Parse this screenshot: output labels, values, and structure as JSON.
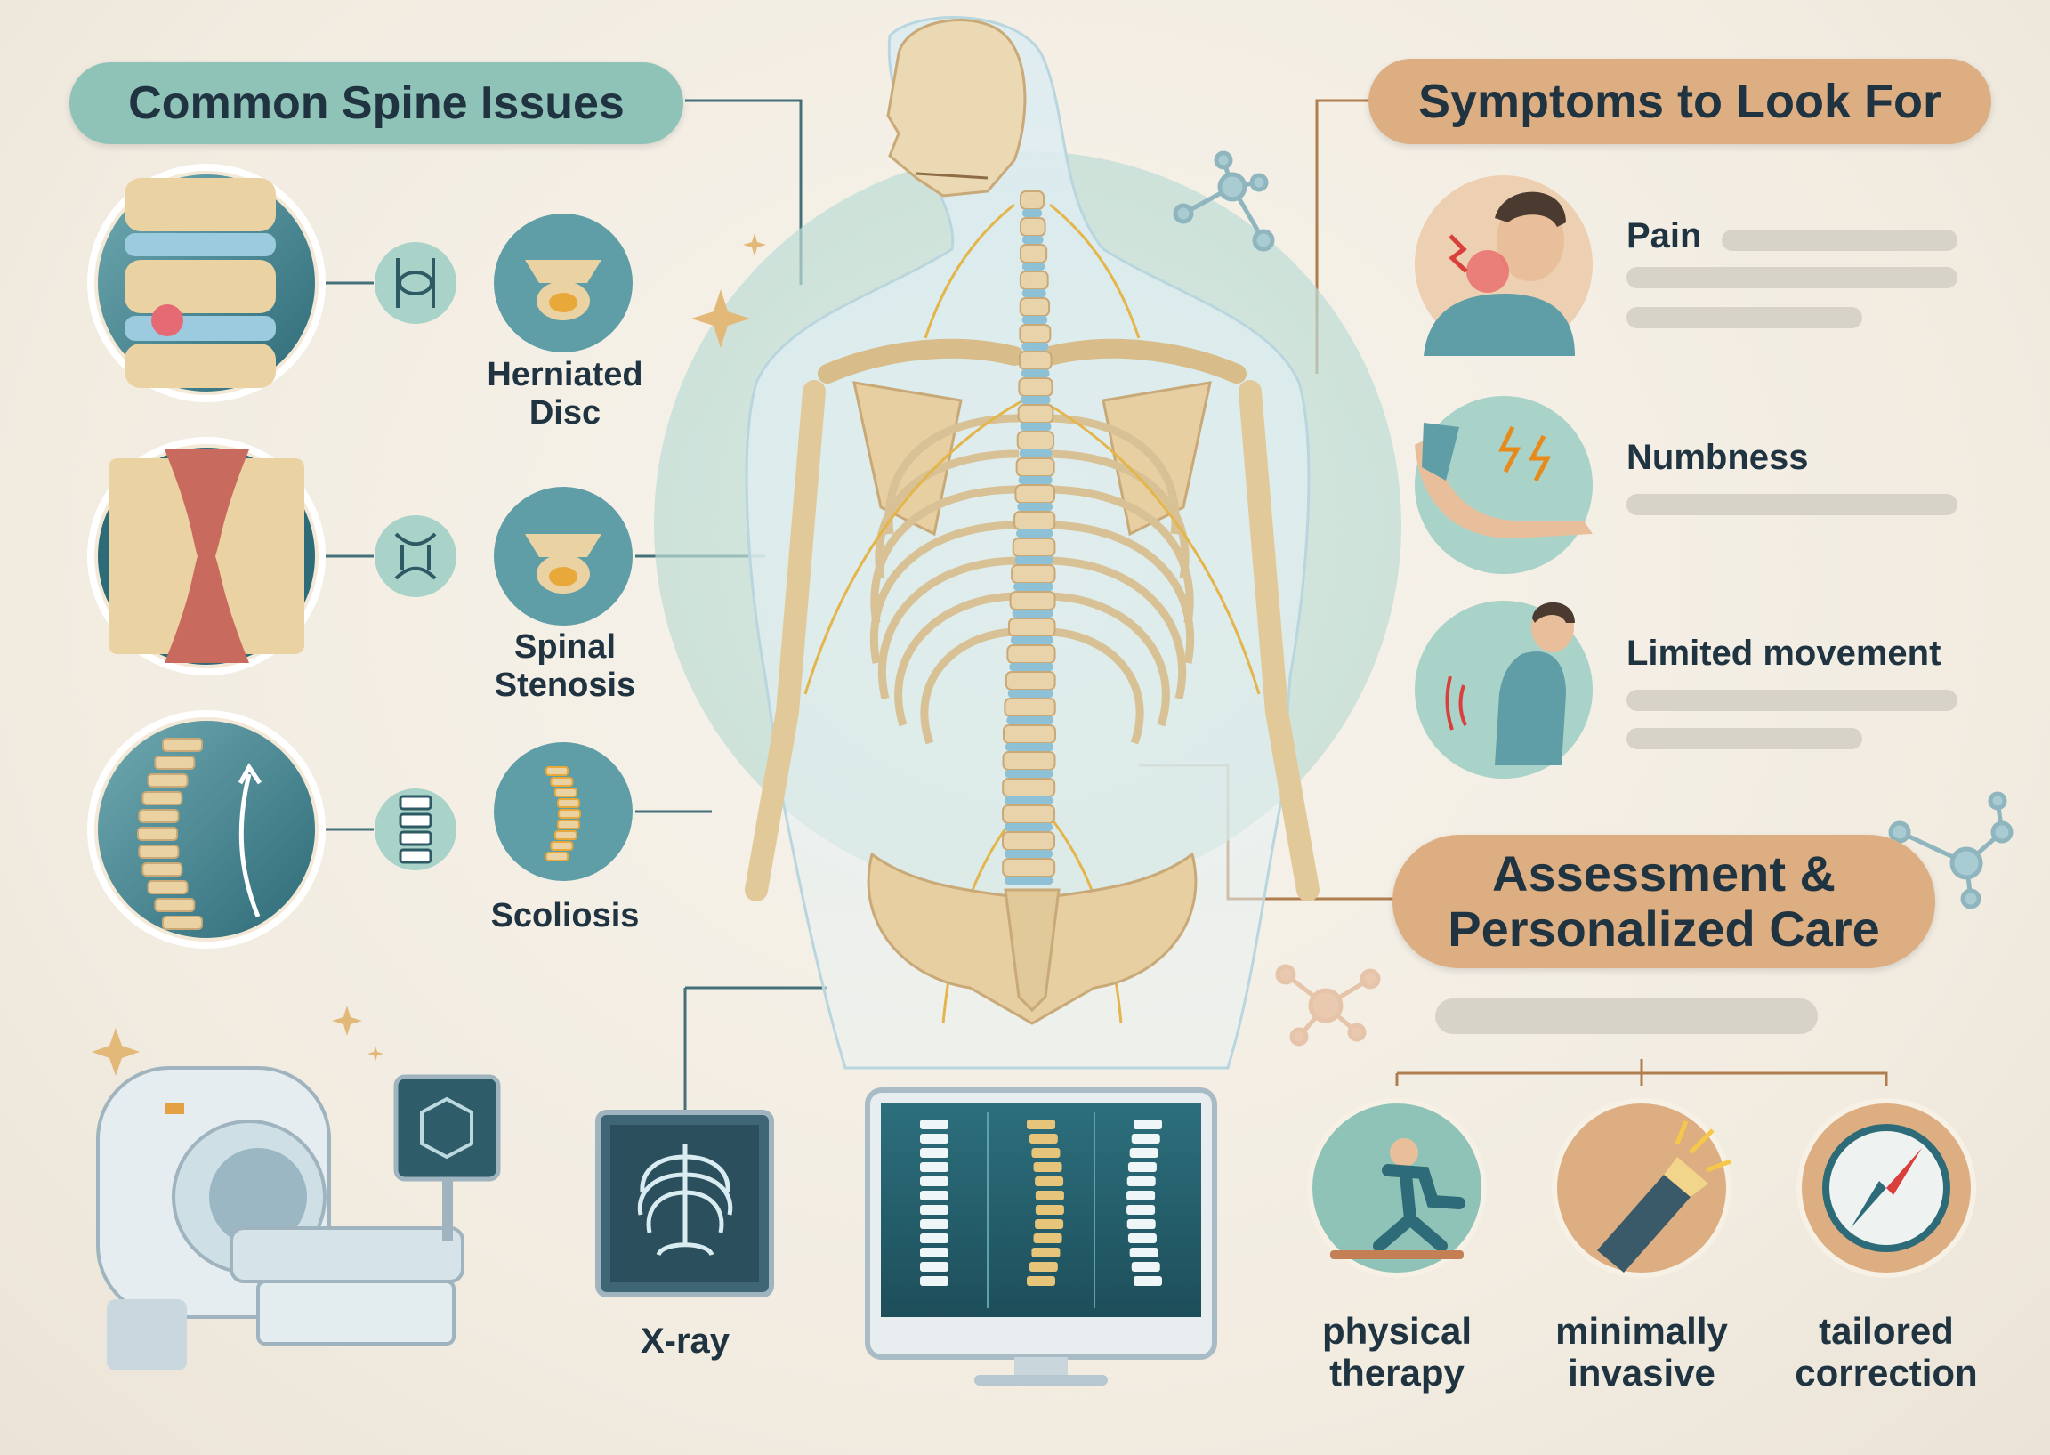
{
  "sections": {
    "common_issues": {
      "title": "Common Spine Issues",
      "items": [
        {
          "label_line1": "Herniated",
          "label_line2": "Disc"
        },
        {
          "label_line1": "Spinal",
          "label_line2": "Stenosis"
        },
        {
          "label_line1": "Scoliosis",
          "label_line2": ""
        }
      ]
    },
    "symptoms": {
      "title": "Symptoms to Look For",
      "items": [
        {
          "label": "Pain"
        },
        {
          "label": "Numbness"
        },
        {
          "label": "Limited movement"
        }
      ]
    },
    "assessment": {
      "title_line1": "Assessment &",
      "title_line2": "Personalized Care",
      "options": [
        {
          "line1": "physical",
          "line2": "therapy",
          "icon": "running-person-icon"
        },
        {
          "line1": "minimally",
          "line2": "invasive",
          "icon": "flashlight-icon"
        },
        {
          "line1": "tailored",
          "line2": "correction",
          "icon": "compass-icon"
        }
      ]
    },
    "imaging": {
      "xray_label": "X-ray"
    }
  },
  "colors": {
    "teal": "#8fc3b8",
    "tan": "#dcae82",
    "bone": "#e9d3aa",
    "disc": "#8ec0d6",
    "nerve": "#e3b54a",
    "dark_text": "#1f3340",
    "line": "#45707a"
  }
}
